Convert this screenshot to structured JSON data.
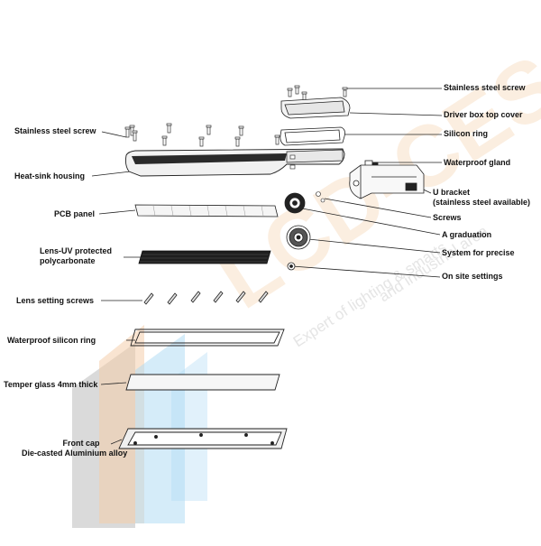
{
  "watermark": {
    "brand": "LCD-CES",
    "tagline_1": "Expert of lighting & smarts",
    "tagline_2": "and industrial area",
    "colors": {
      "orange": "#f3c9a0",
      "blue": "#a9d8f3",
      "gray": "#9a9a9a",
      "text": "#e6e6e6"
    }
  },
  "labels": {
    "ss_screw_top": "Stainless steel screw",
    "driver_cover": "Driver box top cover",
    "silicon_ring": "Silicon ring",
    "waterproof_gland": "Waterproof gland",
    "u_bracket_1": "U bracket",
    "u_bracket_2": "(stainless steel available)",
    "screws": "Screws",
    "graduation": "A graduation",
    "system_precise": "System for precise",
    "on_site": "On site settings",
    "ss_screw_left": "Stainless steel screw",
    "heatsink": "Heat-sink housing",
    "pcb": "PCB panel",
    "lens_1": "Lens-UV protected",
    "lens_2": "polycarbonate",
    "lens_screws": "Lens setting screws",
    "wp_ring": "Waterproof silicon ring",
    "glass": "Temper glass 4mm thick",
    "front_cap_1": "Front cap",
    "front_cap_2": "Die-casted Aluminium alloy"
  }
}
